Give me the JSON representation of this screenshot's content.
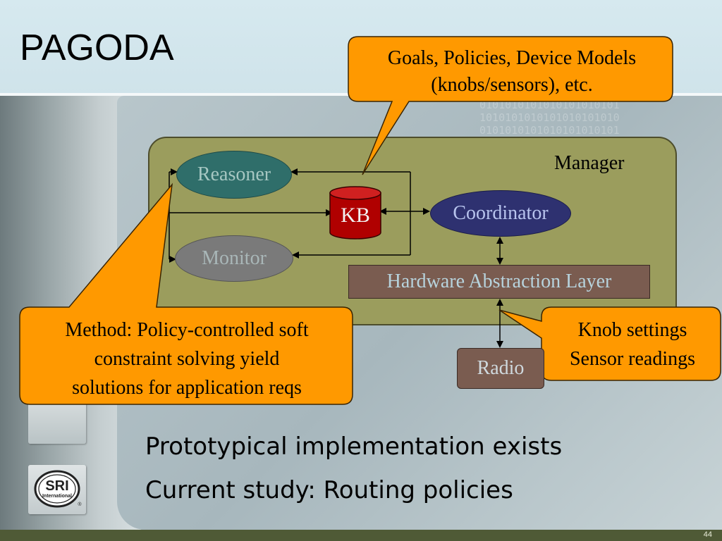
{
  "slide": {
    "title": "PAGODA",
    "page_number": "44"
  },
  "diagram": {
    "manager_label": "Manager",
    "nodes": {
      "reasoner": "Reasoner",
      "monitor": "Monitor",
      "kb": "KB",
      "coordinator": "Coordinator",
      "hal": "Hardware Abstraction Layer",
      "radio": "Radio"
    },
    "callouts": {
      "goals": [
        "Goals, Policies, Device Models",
        "(knobs/sensors), etc."
      ],
      "method": [
        "Method: Policy-controlled soft",
        "constraint solving yield",
        "solutions for application reqs"
      ],
      "knob": [
        "Knob settings",
        "Sensor readings"
      ]
    },
    "colors": {
      "callout_fill": "#ff9900",
      "manager_fill": "#9b9d5d",
      "reasoner_fill": "#2f6e6a",
      "coordinator_fill": "#2e3170",
      "monitor_fill": "#7a7a7a",
      "hal_fill": "#7a5c50",
      "kb_fill": "#b00000"
    }
  },
  "bullets": [
    "Prototypical implementation exists",
    "Current study: Routing policies"
  ],
  "logo": {
    "text_main": "SRI",
    "text_sub": "International",
    "mark": "®"
  }
}
